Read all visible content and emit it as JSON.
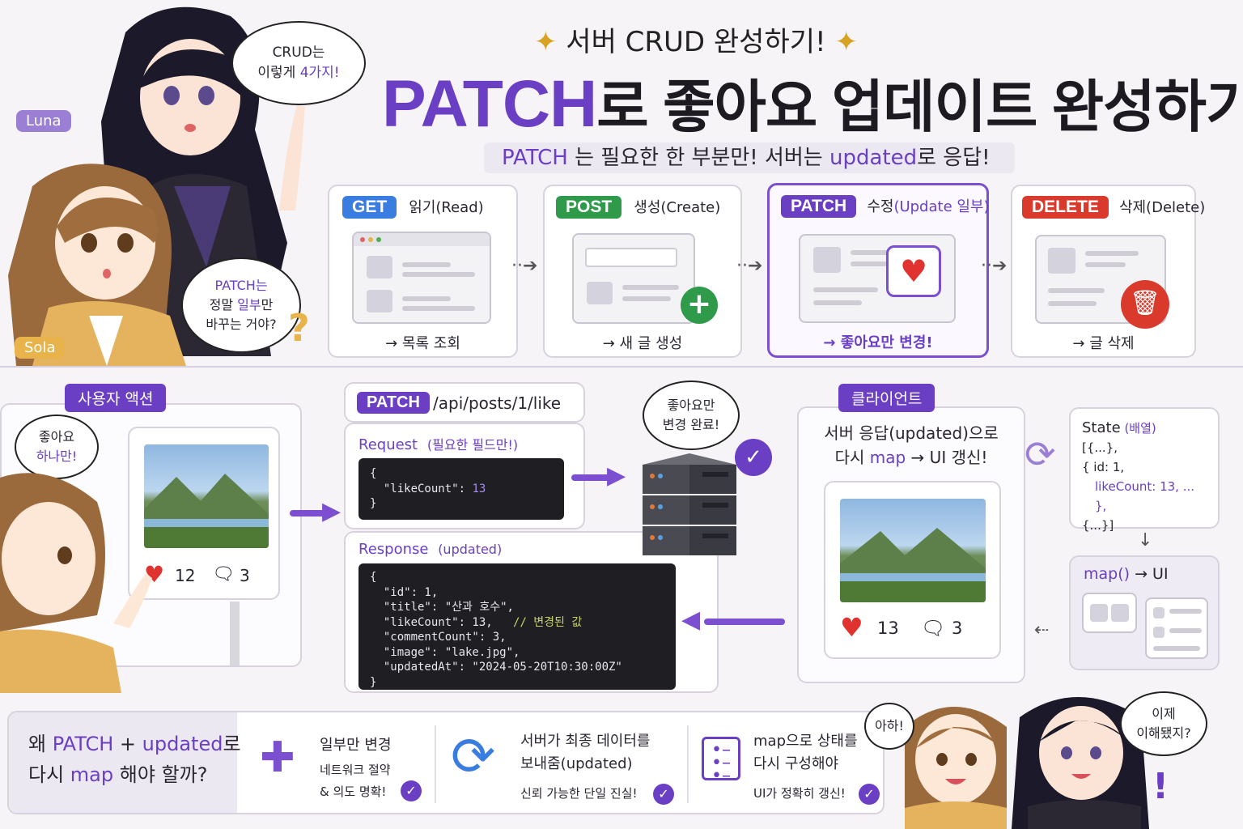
{
  "header": {
    "subtitle": "서버 CRUD 완성하기!",
    "title_accent": "PATCH",
    "title_rest": "로 좋아요 업데이트 완성하기",
    "tagline_accent1": "PATCH",
    "tagline_mid": " 는 필요한 한 부분만!  서버는 ",
    "tagline_accent2": "updated",
    "tagline_end": "로 응답!"
  },
  "speech": {
    "luna_line1": "CRUD는",
    "luna_line2a": "이렇게 ",
    "luna_line2b": "4가지!",
    "sola_line1": "PATCH는",
    "sola_line2a": "정말 ",
    "sola_line2b": "일부",
    "sola_line2c": "만",
    "sola_line3": "바꾸는 거야?",
    "like_one_1": "좋아요",
    "like_one_2": "하나만!",
    "server_done_1": "좋아요만",
    "server_done_2": "변경 완료!",
    "aha": "아하!",
    "understand_1": "이제",
    "understand_2": "이해됐지?"
  },
  "names": {
    "luna": "Luna",
    "sola": "Sola"
  },
  "crud": [
    {
      "method": "GET",
      "color": "#3a7de0",
      "label": "읽기(Read)",
      "caption": "→ 목록 조회"
    },
    {
      "method": "POST",
      "color": "#2f9a4a",
      "label": "생성(Create)",
      "caption": "→ 새 글 생성"
    },
    {
      "method": "PATCH",
      "color": "#6a3fc4",
      "label_a": "수정",
      "label_b": "(Update 일부)",
      "caption": "→ 좋아요만 변경!"
    },
    {
      "method": "DELETE",
      "color": "#d93a2b",
      "label": "삭제(Delete)",
      "caption": "→ 글 삭제"
    }
  ],
  "user_action": {
    "tag": "사용자 액션",
    "likes": "12",
    "comments": "3"
  },
  "request": {
    "method": "PATCH",
    "endpoint": "/api/posts/1/like",
    "title": "Request",
    "note": "(필요한 필드만!)",
    "code_open": "{",
    "code_key": "  \"likeCount\": ",
    "code_val": "13",
    "code_close": "}"
  },
  "response": {
    "title": "Response",
    "note": "(updated)",
    "lines": [
      "{",
      "  \"id\": 1,",
      "  \"title\": \"산과 호수\",",
      "  \"likeCount\": 13,",
      "  \"commentCount\": 3,",
      "  \"image\": \"lake.jpg\",",
      "  \"updatedAt\": \"2024-05-20T10:30:00Z\"",
      "}"
    ],
    "comment": "// 변경된 값"
  },
  "client": {
    "tag": "클라이언트",
    "desc_line1": "서버 응답(updated)으로",
    "desc_line2a": "다시 ",
    "desc_line2b": "map",
    "desc_line2c": " → UI 갱신!",
    "likes": "13",
    "comments": "3"
  },
  "state": {
    "title": "State",
    "title_note": "(배열)",
    "line1": "[{...},",
    "line2": "{ id: 1,",
    "line3": "likeCount: 13, ... },",
    "line4": "{...}]"
  },
  "map_box": {
    "label_a": "map()",
    "label_b": " → UI"
  },
  "why": {
    "q1a": "왜 ",
    "q1b": "PATCH",
    "q1c": " + ",
    "q1d": "updated",
    "q1e": "로",
    "q2a": "다시 ",
    "q2b": "map",
    "q2c": " 해야 할까?",
    "items": [
      {
        "title": "일부만 변경",
        "sub1": "네트워크 절약",
        "sub2": "& 의도 명확!"
      },
      {
        "title": "서버가 최종 데이터를",
        "title2": "보내줌(updated)",
        "sub1": "신뢰 가능한 단일 진실!"
      },
      {
        "title": "map으로 상태를",
        "title2": "다시 구성해야",
        "sub1": "UI가 정확히 갱신!"
      }
    ]
  },
  "colors": {
    "accent": "#6a3fc4",
    "heart": "#e0322f"
  }
}
